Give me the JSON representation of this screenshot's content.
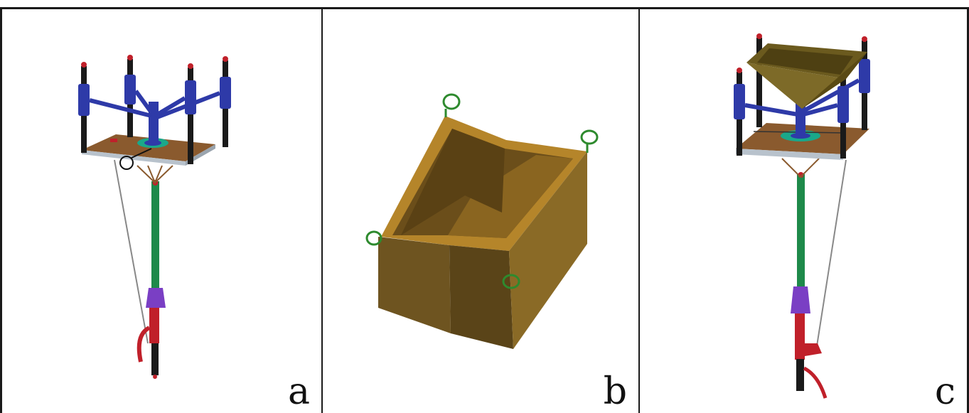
{
  "panels": [
    {
      "id": "a",
      "letter": "a"
    },
    {
      "id": "b",
      "letter": "b"
    },
    {
      "id": "c",
      "letter": "c"
    }
  ],
  "colors": {
    "pole_green": "#1e8a4a",
    "handle_red": "#c0202a",
    "collar_purple": "#7a3fc4",
    "arm_blue": "#2e3aa8",
    "platform_brown": "#8a5a2e",
    "platform_base": "#b8c2cc",
    "ring_teal": "#1aa88a",
    "tray_gold": "#b5852a",
    "tray_inner": "#6b4e1a",
    "ring_green": "#2e8a2e"
  }
}
